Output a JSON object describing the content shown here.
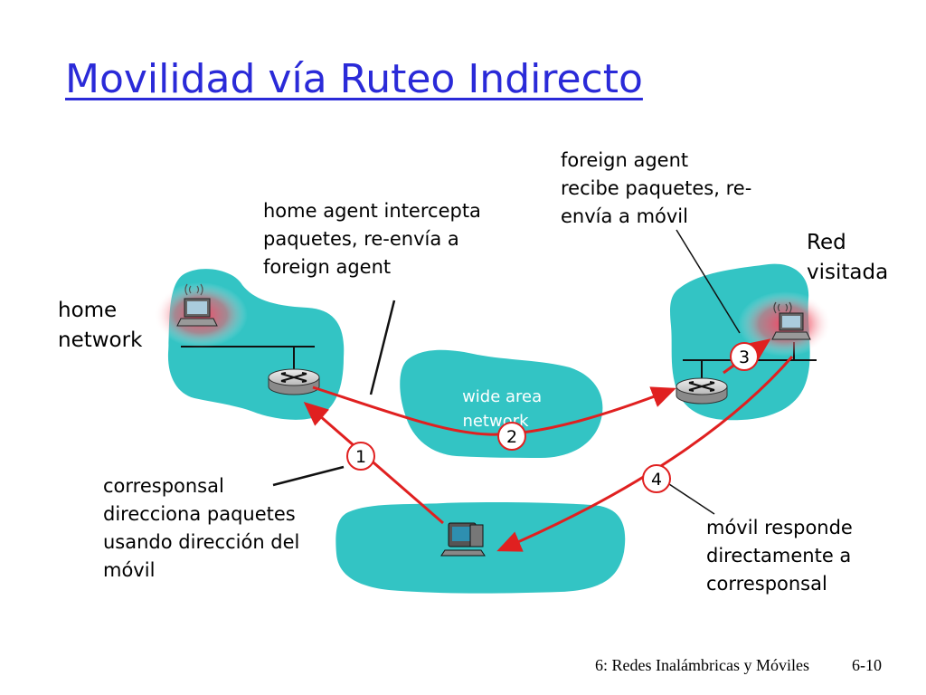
{
  "title": "Movilidad vía Ruteo Indirecto",
  "labels": {
    "home_network": "home\nnetwork",
    "visited_network": "Red\nvisitada",
    "home_agent_note": "home agent intercepta\npaquetes, re-envía a\nforeign agent",
    "foreign_agent_note": "foreign agent\nrecibe paquetes, re-\nenvía a móvil",
    "correspondent_note": "corresponsal\ndirecciona paquetes\nusando dirección del\nmóvil",
    "mobile_note": "móvil responde\ndirectamente a\ncorresponsal",
    "wide_area_network": "wide area\nnetwork"
  },
  "steps": [
    "1",
    "2",
    "3",
    "4"
  ],
  "footer": {
    "chapter": "6: Redes Inalámbricas y Móviles",
    "page": "6-10"
  },
  "icons": [
    "router-icon",
    "laptop-icon",
    "desktop-computer-icon",
    "wireless-signal-icon"
  ],
  "colors": {
    "title": "#2a2ad8",
    "network_cloud": "#33c4c4",
    "arrow": "#e02020",
    "step_circle_border": "#e02020",
    "wireless_glow": "#f06070"
  }
}
